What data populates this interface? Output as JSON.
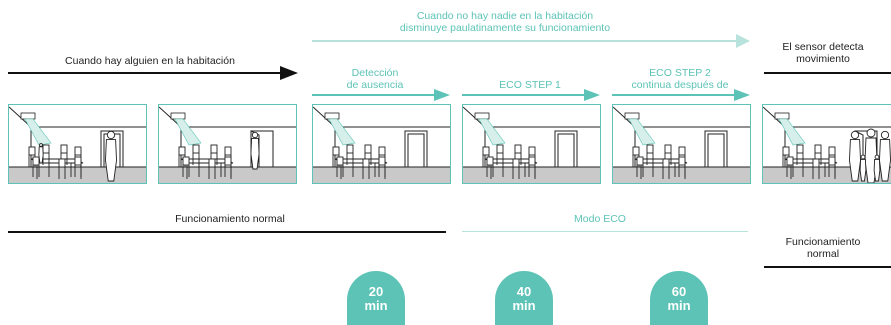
{
  "colors": {
    "accent": "#5cc3b6",
    "dark": "#222222",
    "light_accent": "#b7e3dc"
  },
  "top": {
    "no_one_line1": "Cuando no hay nadie en la habitación",
    "no_one_line2": "disminuye paulatinamente su funcionamiento",
    "someone": "Cuando hay alguien en la habitación",
    "sensor_line1": "El sensor detecta",
    "sensor_line2": "movimiento"
  },
  "steps": {
    "detection_line1": "Detección",
    "detection_line2": "de ausencia",
    "eco1": "ECO STEP 1",
    "eco2_line1": "ECO STEP 2",
    "eco2_line2": "continua después de"
  },
  "panels": [
    {
      "scene": "person-seated-and-standing"
    },
    {
      "scene": "person-leaving"
    },
    {
      "scene": "empty-room"
    },
    {
      "scene": "empty-room"
    },
    {
      "scene": "empty-room"
    },
    {
      "scene": "family-entering"
    }
  ],
  "bottom": {
    "normal": "Funcionamiento normal",
    "eco_mode": "Modo ECO",
    "normal2_line1": "Funcionamiento",
    "normal2_line2": "normal"
  },
  "timers": [
    {
      "value": "20",
      "unit": "min"
    },
    {
      "value": "40",
      "unit": "min"
    },
    {
      "value": "60",
      "unit": "min"
    }
  ]
}
